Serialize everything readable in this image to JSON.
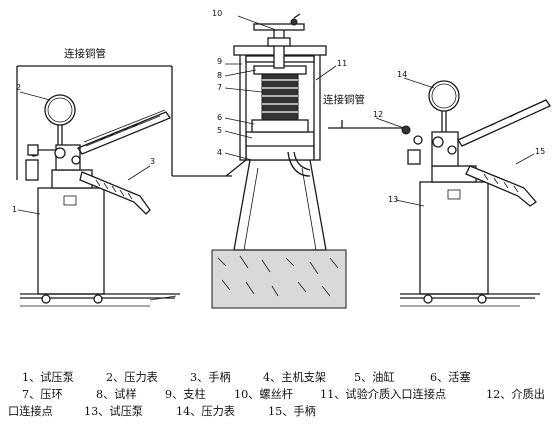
{
  "labels": {
    "pipe_left": "连接铜管",
    "pipe_right": "连接铜管",
    "n1": "1",
    "n2": "2",
    "n3": "3",
    "n4": "4",
    "n5": "5",
    "n6": "6",
    "n7": "7",
    "n8": "8",
    "n9": "9",
    "n10": "10",
    "n11": "11",
    "n12": "12",
    "n13": "13",
    "n14": "14",
    "n15": "15"
  },
  "legend": {
    "row1": [
      "1、试压泵",
      "2、压力表",
      "3、手柄",
      "4、主机支架",
      "5、油缸",
      "6、活塞"
    ],
    "row2": [
      "7、压环",
      "8、试样",
      "9、支柱",
      "10、螺丝杆",
      "11、试验介质入口连接点",
      "12、介质出"
    ],
    "row3": [
      "口连接点",
      "13、试压泵",
      "14、压力表",
      "15、手柄"
    ]
  }
}
